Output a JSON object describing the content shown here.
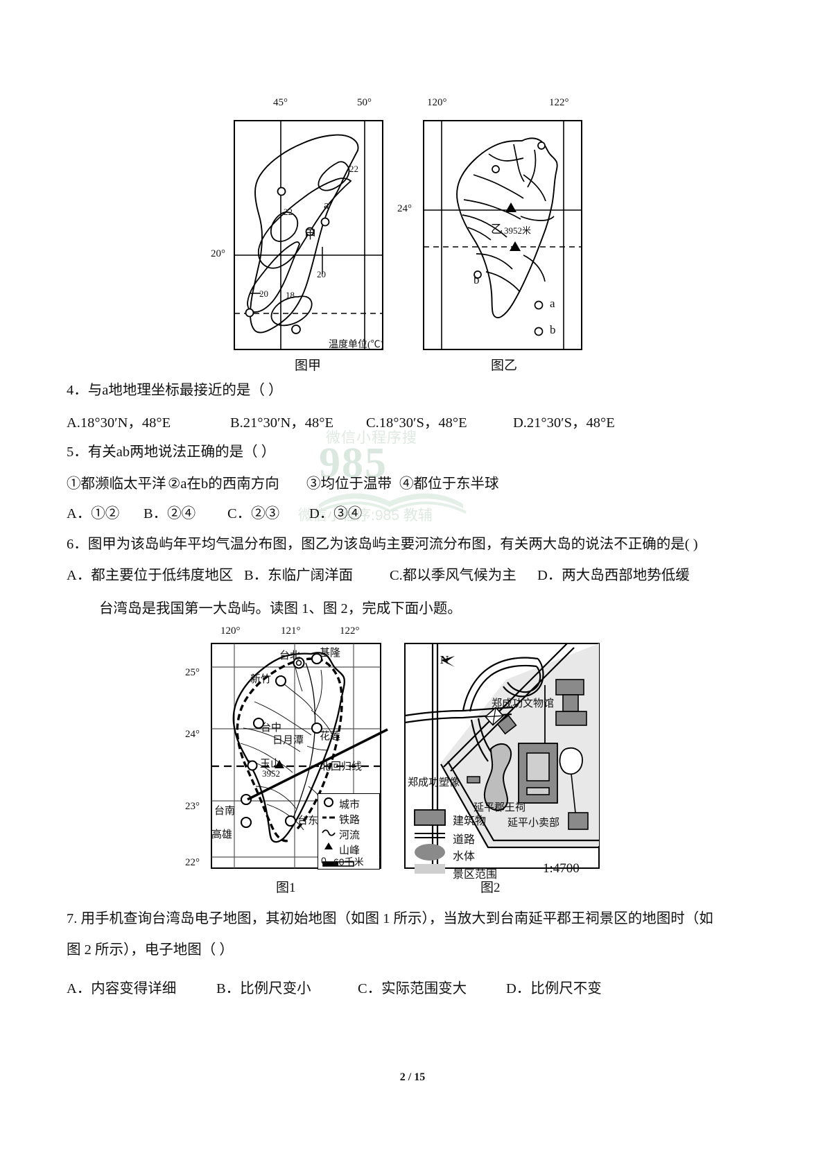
{
  "page": {
    "footer": "2 / 15"
  },
  "watermark": {
    "top_text": "微信小程序搜",
    "big_text": "985",
    "bottom_text": "微信小程序:985 教辅"
  },
  "figure_top": {
    "left_map": {
      "caption": "图甲",
      "unit_note": "温度单位(℃)",
      "lon_ticks": [
        "45°",
        "50°"
      ],
      "lat_ticks": [
        "20°"
      ],
      "isotherm_labels": [
        "22",
        "22",
        "20",
        "20",
        "18"
      ],
      "point_labels": [
        "a",
        "甲"
      ]
    },
    "right_map": {
      "caption": "图乙",
      "lon_ticks": [
        "120°",
        "122°"
      ],
      "lat_ticks": [
        "24°"
      ],
      "point_labels": [
        "乙",
        "b"
      ],
      "peak_elevation": "3952米",
      "legend": [
        {
          "symbol": "circle",
          "label": "a"
        },
        {
          "symbol": "circle",
          "label": "b"
        }
      ]
    }
  },
  "questions_top": [
    {
      "number": "4",
      "stem": "4．与a地地理坐标最接近的是（      ）",
      "options": [
        "A.18°30′N，48°E",
        "B.21°30′N，48°E",
        "C.18°30′S，48°E",
        "D.21°30′S，48°E"
      ]
    },
    {
      "number": "5",
      "stem": "5．有关ab两地说法正确的是（      ）",
      "statements": [
        "①都濒临太平洋",
        "②a在b的西南方向",
        "③均位于温带",
        "④都位于东半球"
      ],
      "options": [
        "A．①②",
        "B．②④",
        "C．②③",
        "D．③④"
      ]
    },
    {
      "number": "6",
      "stem": "6．图甲为该岛屿年平均气温分布图，图乙为该岛屿主要河流分布图，有关两大岛的说法不正确的是(      )",
      "options": [
        "A．都主要位于低纬度地区",
        "B．东临广阔洋面",
        "C.都以季风气候为主",
        "D．两大岛西部地势低缓"
      ]
    }
  ],
  "taiwan_intro": "台湾岛是我国第一大岛屿。读图 1、图 2，完成下面小题。",
  "figure_bottom": {
    "map1": {
      "caption": "图1",
      "lon_ticks": [
        "120°",
        "121°",
        "122°"
      ],
      "lat_ticks": [
        "25°",
        "24°",
        "23°",
        "22°"
      ],
      "cities": [
        "台北",
        "基隆",
        "新竹",
        "台中",
        "花莲",
        "台南",
        "高雄",
        "台东"
      ],
      "lake": "日月潭",
      "peak": "玉山",
      "peak_elevation": "3952",
      "tropic_label": "北回归线",
      "legend": [
        {
          "symbol": "circle",
          "label": "城市"
        },
        {
          "symbol": "dashed-line",
          "label": "铁路"
        },
        {
          "symbol": "wave",
          "label": "河流"
        },
        {
          "symbol": "triangle",
          "label": "山峰"
        }
      ],
      "scale_bar": {
        "from": "0",
        "to": "60千米"
      }
    },
    "map2": {
      "caption": "图2",
      "north_label": "N",
      "places": [
        "郑成功文物馆",
        "郑成功塑像",
        "延平郡王祠",
        "延平小卖部"
      ],
      "legend": [
        {
          "symbol": "building-swatch",
          "label": "建筑物"
        },
        {
          "symbol": "road-lines",
          "label": "道路"
        },
        {
          "symbol": "water-ellipse",
          "label": "水体"
        },
        {
          "symbol": "area-swatch",
          "label": "景区范围"
        }
      ],
      "scale": "1:4700"
    }
  },
  "question7": {
    "stem_line1": "7. 用手机查询台湾岛电子地图，其初始地图（如图 1 所示），当放大到台南延平郡王祠景区的地图时（如",
    "stem_line2": "图 2 所示），电子地图（  ）",
    "options": [
      "A．内容变得详细",
      "B．比例尺变小",
      "C．实际范围变大",
      "D．比例尺不变"
    ]
  }
}
